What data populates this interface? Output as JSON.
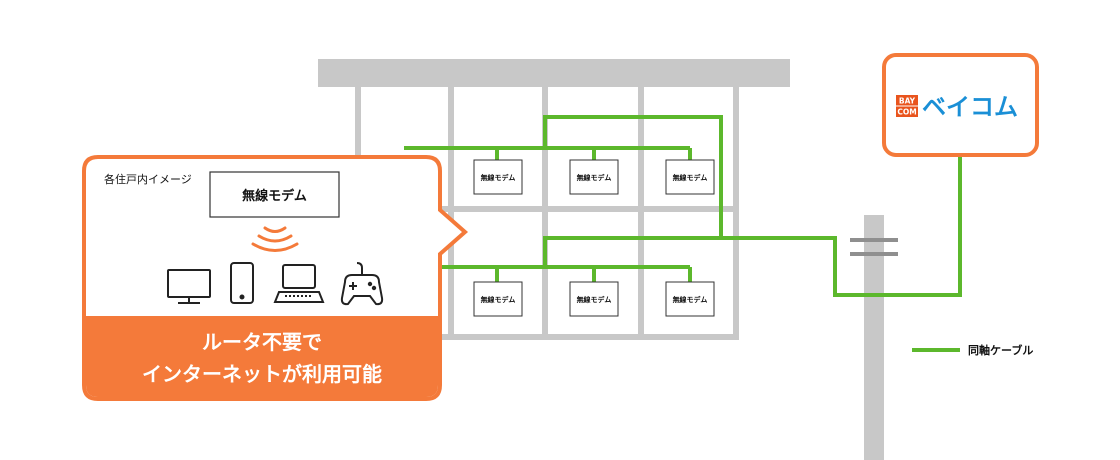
{
  "brand": {
    "badge_top": "BAY",
    "badge_bottom": "COM",
    "name": "ベイコム"
  },
  "callout": {
    "caption": "各住戸内イメージ",
    "modem_label": "無線モデム",
    "devices": [
      "monitor-icon",
      "smartphone-icon",
      "laptop-icon",
      "gamepad-icon"
    ],
    "headline_line1": "ルータ不要で",
    "headline_line2": "インターネットが利用可能"
  },
  "building": {
    "modem_label": "無線モデム"
  },
  "legend": {
    "label": "同軸ケーブル"
  },
  "colors": {
    "accent_orange": "#f47a3a",
    "cable_green": "#5cb82c",
    "structure_gray": "#c8c8c8"
  }
}
